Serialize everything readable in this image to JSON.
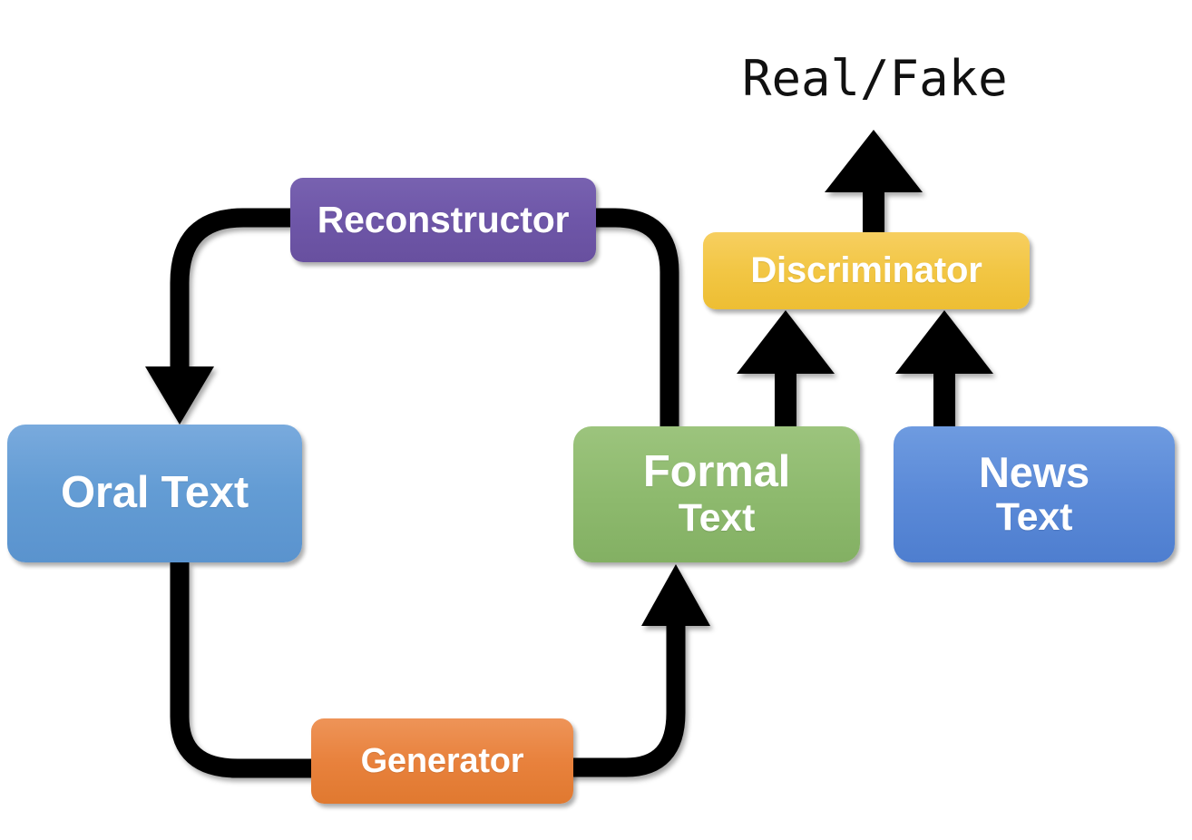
{
  "diagram": {
    "title": "Real/Fake",
    "background_color": "#ffffff",
    "nodes": {
      "oral_text": {
        "label": "Oral Text",
        "color": "#5B9BD5",
        "kind": "data"
      },
      "formal_text": {
        "label_line1": "Formal",
        "label_line2": "Text",
        "color": "#8CB56B",
        "kind": "data"
      },
      "news_text": {
        "label_line1": "News",
        "label_line2": "Text",
        "color": "#5A8AD8",
        "kind": "data"
      },
      "reconstructor": {
        "label": "Reconstructor",
        "color": "#6E56A8",
        "kind": "module"
      },
      "generator": {
        "label": "Generator",
        "color": "#E8813C",
        "kind": "module"
      },
      "discriminator": {
        "label": "Discriminator",
        "color": "#F2C644",
        "kind": "module"
      }
    },
    "output_label": {
      "text": "Real/Fake",
      "color": "#111111"
    },
    "edges": [
      {
        "id": "oral-to-generator",
        "from": "oral_text",
        "to": "generator",
        "arrowhead": false,
        "color": "#000000"
      },
      {
        "id": "generator-to-formal",
        "from": "generator",
        "to": "formal_text",
        "arrowhead": true,
        "color": "#000000"
      },
      {
        "id": "formal-to-reconstructor",
        "from": "formal_text",
        "to": "reconstructor",
        "arrowhead": false,
        "color": "#000000"
      },
      {
        "id": "reconstructor-to-oral",
        "from": "reconstructor",
        "to": "oral_text",
        "arrowhead": true,
        "color": "#000000"
      },
      {
        "id": "formal-to-discriminator",
        "from": "formal_text",
        "to": "discriminator",
        "arrowhead": true,
        "color": "#000000"
      },
      {
        "id": "news-to-discriminator",
        "from": "news_text",
        "to": "discriminator",
        "arrowhead": true,
        "color": "#000000"
      },
      {
        "id": "discriminator-to-output",
        "from": "discriminator",
        "to": "output_label",
        "arrowhead": true,
        "color": "#000000"
      }
    ]
  }
}
